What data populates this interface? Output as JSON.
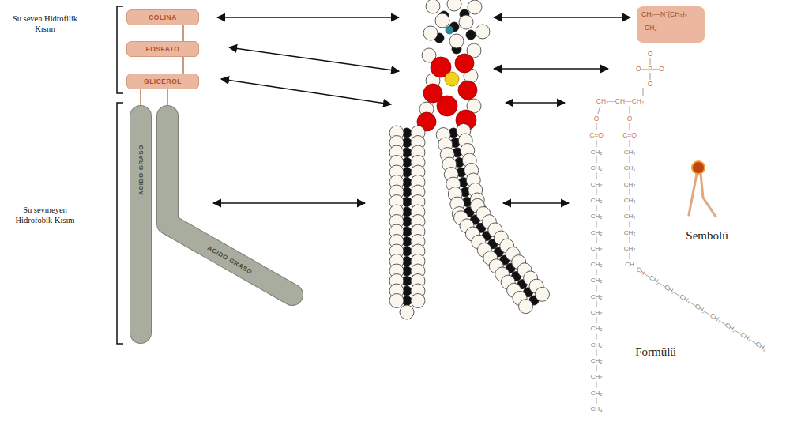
{
  "diagram": {
    "nodes": [
      {
        "text": [
          "COLINA"
        ]
      },
      {
        "text": [
          "FOSFATO"
        ]
      },
      {
        "text": [
          "GLICEROL"
        ]
      },
      {
        "text": [
          "ACIDO GRASO"
        ]
      },
      {
        "text": [
          "ACIDO GRASO"
        ]
      },
      {
        "text": [
          "CH₂—N⁺(CH₃)₃",
          "CH₂"
        ]
      }
    ],
    "edges": [
      {
        "from": 0,
        "to": 1,
        "arrow": "none"
      },
      {
        "from": 1,
        "to": 2,
        "arrow": "none"
      },
      {
        "from": 2,
        "to": 3,
        "arrow": "none"
      },
      {
        "from": 2,
        "to": 4,
        "arrow": "none"
      }
    ],
    "labels": [
      "Su seven Hidrofilik Kısım",
      "Su sevmeyen Hidrofobik Kısım",
      "O",
      "O—P—O",
      "O",
      "CH₂—CH—CH₂",
      "O",
      "O",
      "C=O",
      "C=O",
      "CH₂",
      "CH₂",
      "CH₂",
      "CH₂",
      "CH₂",
      "CH₂",
      "CH₂",
      "CH₂",
      "CH₂",
      "CH₂",
      "CH₂",
      "CH₂",
      "CH₂",
      "CH₂",
      "CH₂",
      "CH₂",
      "CH₃",
      "CH₂",
      "CH₂",
      "CH₂",
      "CH₂",
      "CH₂",
      "CH₂",
      "CH₂",
      "CH",
      "CH—CH₂—CH₂—CH₂—CH₂—CH₂—CH₂—CH₂—CH₃",
      "Sembolü",
      "Formülü"
    ]
  }
}
